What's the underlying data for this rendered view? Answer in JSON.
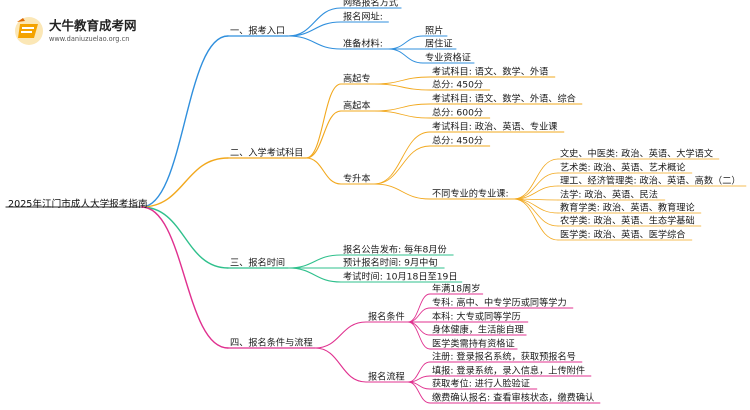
{
  "brand": {
    "title": "大牛教育成考网",
    "url": "www.daniuzuelao.org.cn"
  },
  "root": "2025年江门市成人大学报考指南",
  "colors": {
    "b1": "#2f8fdd",
    "b2": "#f2a81d",
    "b3": "#2fc08c",
    "b4": "#e0308f",
    "root_line": "#555555"
  },
  "sections": [
    {
      "label": "一、报考入口",
      "children": [
        {
          "label": "网络报名方式"
        },
        {
          "label": "报名网址:"
        },
        {
          "label": "准备材料:",
          "children": [
            {
              "label": "照片"
            },
            {
              "label": "居住证"
            },
            {
              "label": "专业资格证"
            }
          ]
        }
      ]
    },
    {
      "label": "二、入学考试科目",
      "children": [
        {
          "label": "高起专",
          "children": [
            {
              "label": "考试科目: 语文、数学、外语"
            },
            {
              "label": "总分: 450分"
            }
          ]
        },
        {
          "label": "高起本",
          "children": [
            {
              "label": "考试科目: 语文、数学、外语、综合"
            },
            {
              "label": "总分: 600分"
            }
          ]
        },
        {
          "label": "专升本",
          "children": [
            {
              "label": "考试科目: 政治、英语、专业课"
            },
            {
              "label": "总分: 450分"
            },
            {
              "label": "不同专业的专业课:",
              "children": [
                {
                  "label": "文史、中医类: 政治、英语、大学语文"
                },
                {
                  "label": "艺术类: 政治、英语、艺术概论"
                },
                {
                  "label": "理工、经济管理类: 政治、英语、高数（二）"
                },
                {
                  "label": "法学: 政治、英语、民法"
                },
                {
                  "label": "教育学类: 政治、英语、教育理论"
                },
                {
                  "label": "农学类: 政治、英语、生态学基础"
                },
                {
                  "label": "医学类: 政治、英语、医学综合"
                }
              ]
            }
          ]
        }
      ]
    },
    {
      "label": "三、报名时间",
      "children": [
        {
          "label": "报名公告发布: 每年8月份"
        },
        {
          "label": "预计报名时间: 9月中旬"
        },
        {
          "label": "考试时间: 10月18日至19日"
        }
      ]
    },
    {
      "label": "四、报名条件与流程",
      "children": [
        {
          "label": "报名条件",
          "children": [
            {
              "label": "年满18周岁"
            },
            {
              "label": "专科: 高中、中专学历或同等学力"
            },
            {
              "label": "本科: 大专或同等学历"
            },
            {
              "label": "身体健康，生活能自理"
            },
            {
              "label": "医学类需持有资格证"
            }
          ]
        },
        {
          "label": "报名流程",
          "children": [
            {
              "label": "注册: 登录报名系统，获取预报名号"
            },
            {
              "label": "填报: 登录系统，录入信息，上传附件"
            },
            {
              "label": "获取考位: 进行人脸验证"
            },
            {
              "label": "缴费确认报名: 查看审核状态，缴费确认"
            }
          ]
        }
      ]
    }
  ]
}
